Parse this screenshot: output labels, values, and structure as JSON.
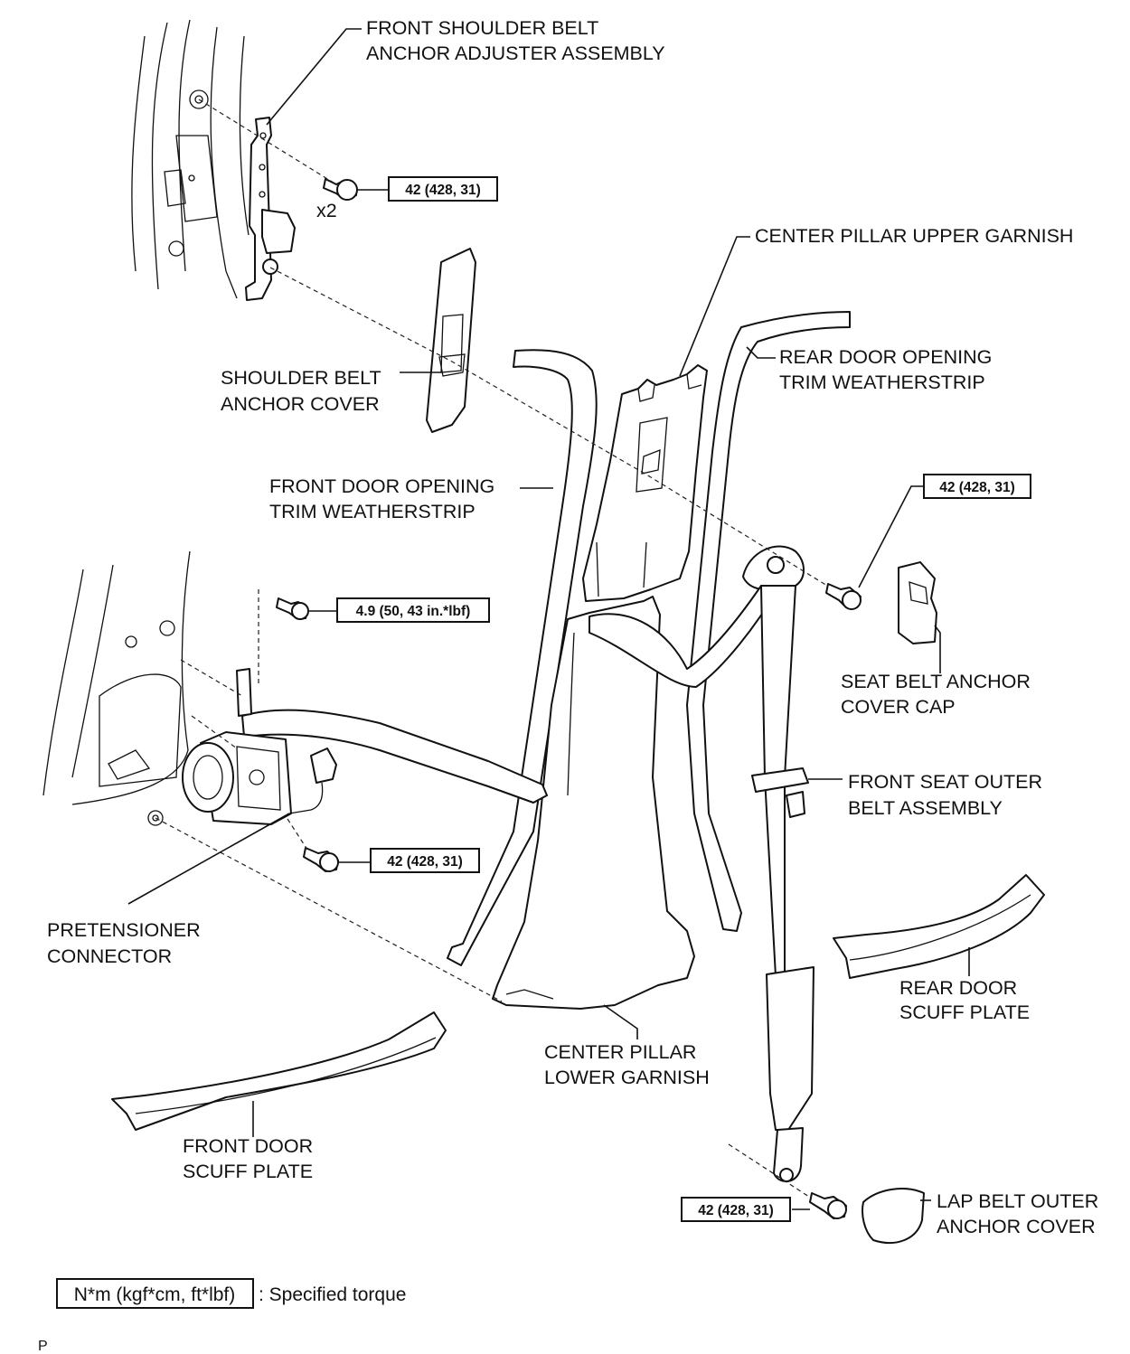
{
  "labels": {
    "shoulder_adjuster_l1": "FRONT SHOULDER BELT",
    "shoulder_adjuster_l2": "ANCHOR ADJUSTER ASSEMBLY",
    "x2": "x2",
    "center_upper": "CENTER PILLAR UPPER GARNISH",
    "rear_weather_l1": "REAR DOOR OPENING",
    "rear_weather_l2": "TRIM WEATHERSTRIP",
    "shoulder_cover_l1": "SHOULDER BELT",
    "shoulder_cover_l2": "ANCHOR COVER",
    "front_weather_l1": "FRONT DOOR OPENING",
    "front_weather_l2": "TRIM WEATHERSTRIP",
    "cover_cap_l1": "SEAT BELT ANCHOR",
    "cover_cap_l2": "COVER CAP",
    "outer_belt_l1": "FRONT SEAT OUTER",
    "outer_belt_l2": "BELT ASSEMBLY",
    "pretensioner_l1": "PRETENSIONER",
    "pretensioner_l2": "CONNECTOR",
    "rear_scuff_l1": "REAR DOOR",
    "rear_scuff_l2": "SCUFF PLATE",
    "center_lower_l1": "CENTER PILLAR",
    "center_lower_l2": "LOWER GARNISH",
    "front_scuff_l1": "FRONT DOOR",
    "front_scuff_l2": "SCUFF PLATE",
    "lap_cover_l1": "LAP BELT OUTER",
    "lap_cover_l2": "ANCHOR COVER"
  },
  "torques": {
    "adjuster_bolt": "42 (428, 31)",
    "anchor_bolt": "42 (428, 31)",
    "retractor_small_bolt": "4.9 (50, 43 in.*lbf)",
    "retractor_bolt": "42 (428, 31)",
    "lap_bolt": "42 (428, 31)"
  },
  "legend": {
    "unit_box": "N*m (kgf*cm, ft*lbf)",
    "text": ": Specified torque"
  },
  "corner_mark": "P"
}
